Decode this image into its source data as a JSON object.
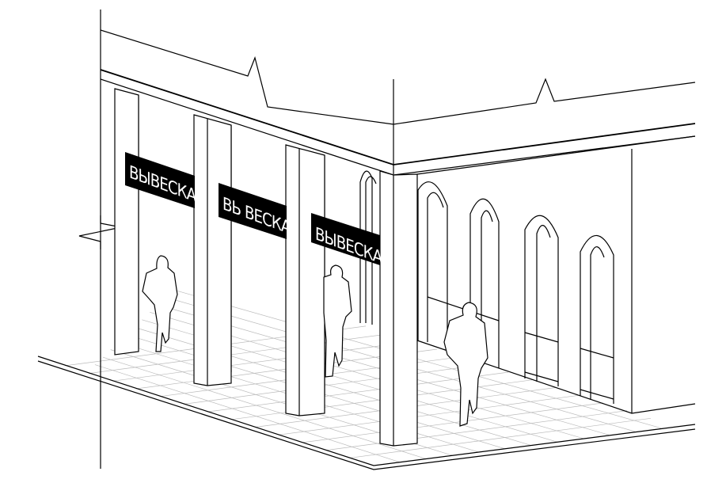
{
  "drawing": {
    "title": "Arcade storefront perspective with signage",
    "signs": [
      {
        "text": "ВЫВЕСКА"
      },
      {
        "text": "ВЬ ВЕСКА"
      },
      {
        "text": "ВЫВЕСКА"
      }
    ],
    "colors": {
      "line": "#000000",
      "sign_bg": "#000000",
      "sign_text": "#ffffff",
      "floor_grid": "#bbbbbb"
    }
  }
}
